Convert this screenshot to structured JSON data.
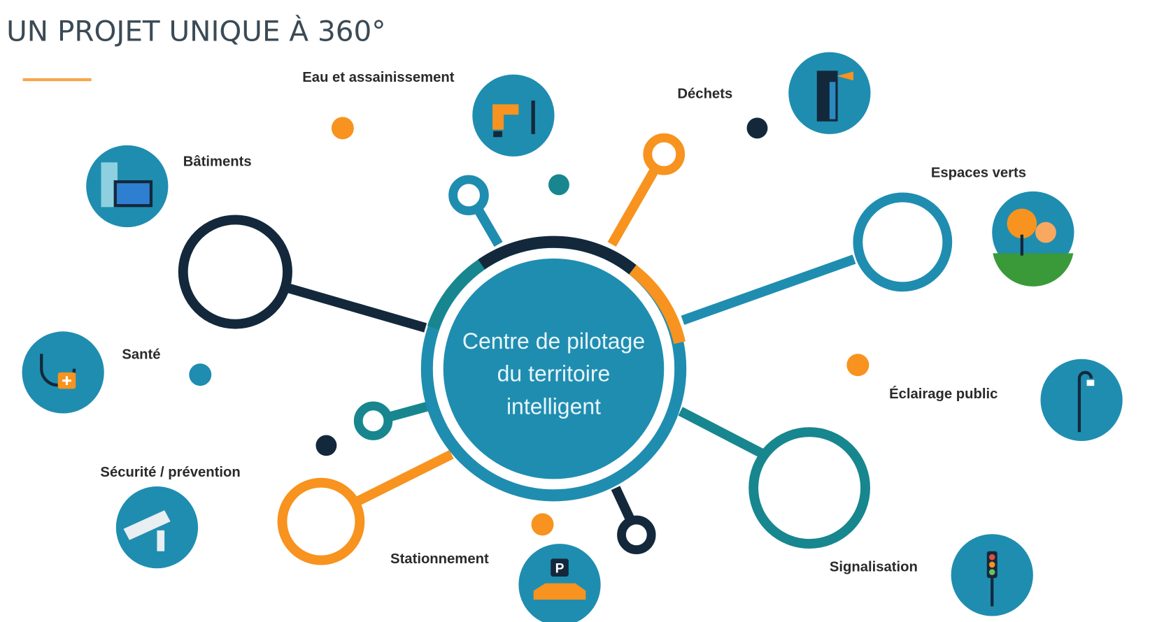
{
  "title": "UN PROJET UNIQUE À 360°",
  "center": {
    "lines": [
      "Centre de pilotage",
      "du territoire",
      "intelligent"
    ]
  },
  "domains": [
    {
      "label": "Eau et assainissement",
      "icon": "water-tap-icon"
    },
    {
      "label": "Déchets",
      "icon": "waste-bin-icon"
    },
    {
      "label": "Bâtiments",
      "icon": "buildings-icon"
    },
    {
      "label": "Espaces verts",
      "icon": "trees-icon"
    },
    {
      "label": "Santé",
      "icon": "stethoscope-icon"
    },
    {
      "label": "Sécurité / prévention",
      "icon": "security-camera-icon"
    },
    {
      "label": "Stationnement",
      "icon": "parking-car-icon"
    },
    {
      "label": "Éclairage public",
      "icon": "street-lamp-icon"
    },
    {
      "label": "Signalisation",
      "icon": "traffic-light-icon"
    }
  ],
  "colors": {
    "blue": "#1f8db0",
    "teal": "#17868f",
    "navy": "#14283c",
    "orange": "#f7931e",
    "title": "#3b4a55"
  }
}
